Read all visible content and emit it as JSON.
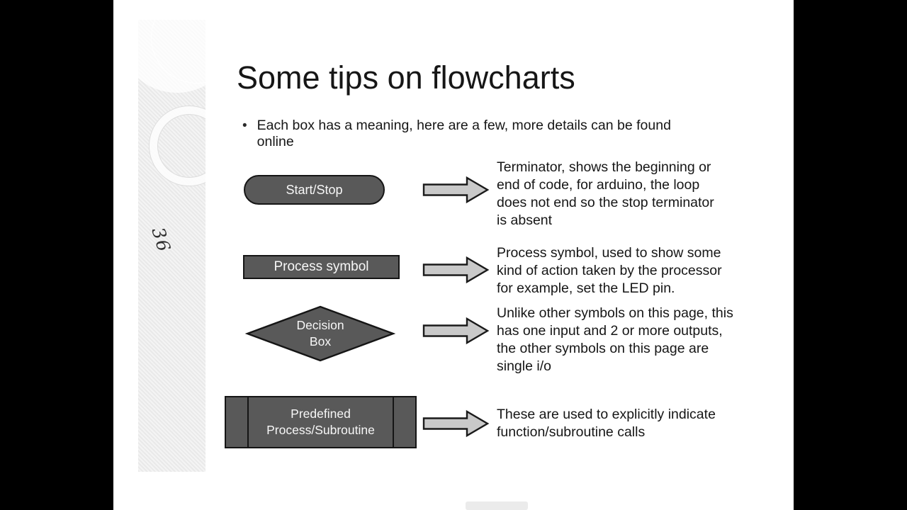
{
  "slide": {
    "title": "Some tips on flowcharts",
    "page_number": "36",
    "bullet_lines": [
      "Each box has a meaning, here are a few, more details can be found",
      "online"
    ],
    "rows": [
      {
        "shape": "terminator",
        "label": "Start/Stop",
        "description": [
          "Terminator, shows the beginning or",
          "end of code, for arduino, the loop",
          "does not end so the stop terminator",
          "is absent"
        ]
      },
      {
        "shape": "process",
        "label": "Process symbol",
        "description": [
          "Process symbol, used to show some",
          "kind of action taken by the processor",
          "for example, set the LED pin."
        ]
      },
      {
        "shape": "decision",
        "label_lines": [
          "Decision",
          "Box"
        ],
        "description": [
          "Unlike other symbols on this page, this",
          "has one input and 2 or more outputs,",
          "the other symbols on this page are",
          "single i/o"
        ]
      },
      {
        "shape": "predefined-process",
        "label_lines": [
          "Predefined",
          "Process/Subroutine"
        ],
        "description": [
          "These are used to explicitly indicate",
          "function/subroutine calls"
        ]
      }
    ],
    "colors": {
      "background": "#000000",
      "slide_background": "#ffffff",
      "strip": "#ededed",
      "shape_fill": "#595959",
      "shape_border": "#151515",
      "shape_text": "#f7f7f7",
      "arrow_fill": "#c9c9c9",
      "arrow_border": "#1a1a1a",
      "body_text": "#161616"
    }
  }
}
